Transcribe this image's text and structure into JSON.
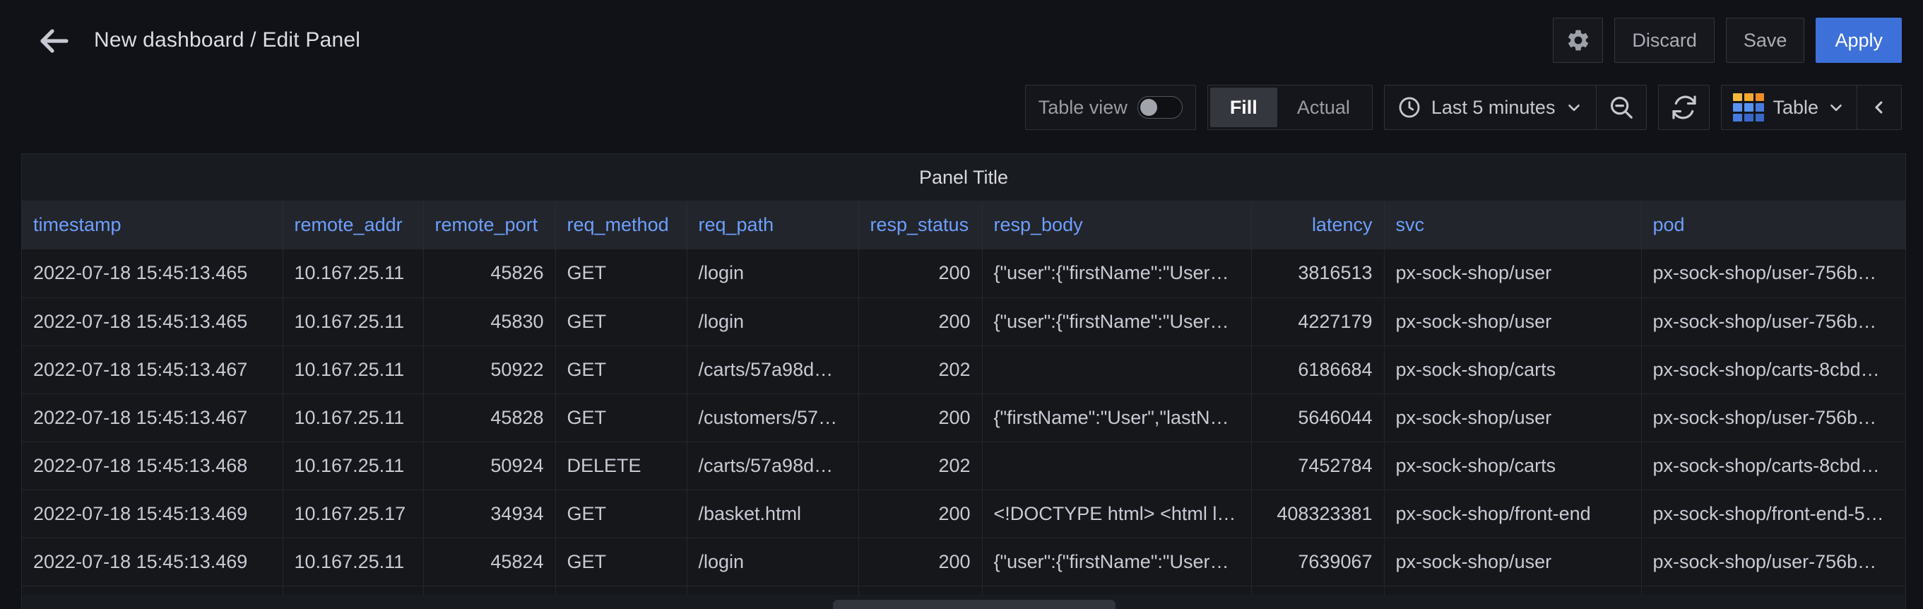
{
  "header": {
    "title": "New dashboard / Edit Panel",
    "discard_label": "Discard",
    "save_label": "Save",
    "apply_label": "Apply"
  },
  "toolbar": {
    "table_view_label": "Table view",
    "table_view_enabled": false,
    "fit_options": {
      "fill_label": "Fill",
      "actual_label": "Actual",
      "selected": "Fill"
    },
    "time_range": "Last 5 minutes",
    "visualization": "Table"
  },
  "panel": {
    "title": "Panel Title"
  },
  "table": {
    "columns": [
      "timestamp",
      "remote_addr",
      "remote_port",
      "req_method",
      "req_path",
      "resp_status",
      "resp_body",
      "latency",
      "svc",
      "pod"
    ],
    "rows": [
      [
        "2022-07-18 15:45:13.465",
        "10.167.25.11",
        "45826",
        "GET",
        "/login",
        "200",
        "{\"user\":{\"firstName\":\"User…",
        "3816513",
        "px-sock-shop/user",
        "px-sock-shop/user-756b…"
      ],
      [
        "2022-07-18 15:45:13.465",
        "10.167.25.11",
        "45830",
        "GET",
        "/login",
        "200",
        "{\"user\":{\"firstName\":\"User…",
        "4227179",
        "px-sock-shop/user",
        "px-sock-shop/user-756b…"
      ],
      [
        "2022-07-18 15:45:13.467",
        "10.167.25.11",
        "50922",
        "GET",
        "/carts/57a98d…",
        "202",
        "",
        "6186684",
        "px-sock-shop/carts",
        "px-sock-shop/carts-8cbd…"
      ],
      [
        "2022-07-18 15:45:13.467",
        "10.167.25.11",
        "45828",
        "GET",
        "/customers/57…",
        "200",
        "{\"firstName\":\"User\",\"lastN…",
        "5646044",
        "px-sock-shop/user",
        "px-sock-shop/user-756b…"
      ],
      [
        "2022-07-18 15:45:13.468",
        "10.167.25.11",
        "50924",
        "DELETE",
        "/carts/57a98d…",
        "202",
        "",
        "7452784",
        "px-sock-shop/carts",
        "px-sock-shop/carts-8cbd…"
      ],
      [
        "2022-07-18 15:45:13.469",
        "10.167.25.17",
        "34934",
        "GET",
        "/basket.html",
        "200",
        "<!DOCTYPE html> <html l…",
        "408323381",
        "px-sock-shop/front-end",
        "px-sock-shop/front-end-5…"
      ],
      [
        "2022-07-18 15:45:13.469",
        "10.167.25.11",
        "45824",
        "GET",
        "/login",
        "200",
        "{\"user\":{\"firstName\":\"User…",
        "7639067",
        "px-sock-shop/user",
        "px-sock-shop/user-756b…"
      ]
    ]
  },
  "colors": {
    "background": "#111217",
    "panel_background": "#181b20",
    "accent_primary": "#3d71d9",
    "column_link": "#6e9fff",
    "viz_icon_orange": "#f2a92f",
    "viz_icon_blue": "#5794f2"
  },
  "icons": [
    "arrow-left-icon",
    "gear-icon",
    "clock-icon",
    "chevron-down-icon",
    "zoom-out-icon",
    "refresh-icon",
    "table-viz-icon",
    "chevron-left-icon",
    "toggle-switch"
  ]
}
